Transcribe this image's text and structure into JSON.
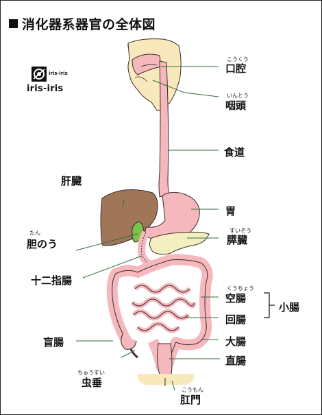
{
  "title": "消化器系器官の全体図",
  "logo": {
    "small_text": "iris-iris",
    "text": "iris-iris"
  },
  "labels": {
    "mouth": "口腔",
    "mouth_ruby": "こうくう",
    "pharynx": "咽頭",
    "pharynx_ruby": "いんとう",
    "esophagus": "食道",
    "liver": "肝臓",
    "stomach": "胃",
    "gallbladder": "胆のう",
    "gallbladder_ruby": "たん",
    "pancreas": "膵臓",
    "pancreas_ruby": "すいぞう",
    "duodenum": "十二指腸",
    "jejunum": "空腸",
    "jejunum_ruby": "くうちょう",
    "ileum": "回腸",
    "small_intestine": "小腸",
    "cecum": "盲腸",
    "large_intestine": "大腸",
    "rectum": "直腸",
    "appendix": "虫垂",
    "appendix_ruby": "ちゅうすい",
    "anus": "肛門",
    "anus_ruby": "こうもん"
  },
  "colors": {
    "tract": "#f5b8bd",
    "tract_outline": "#3a2a2a",
    "liver": "#a07658",
    "gallbladder": "#7ac04a",
    "pancreas": "#f4efc0",
    "skin": "#f8e9bd",
    "leader": "#2e6b3a"
  }
}
